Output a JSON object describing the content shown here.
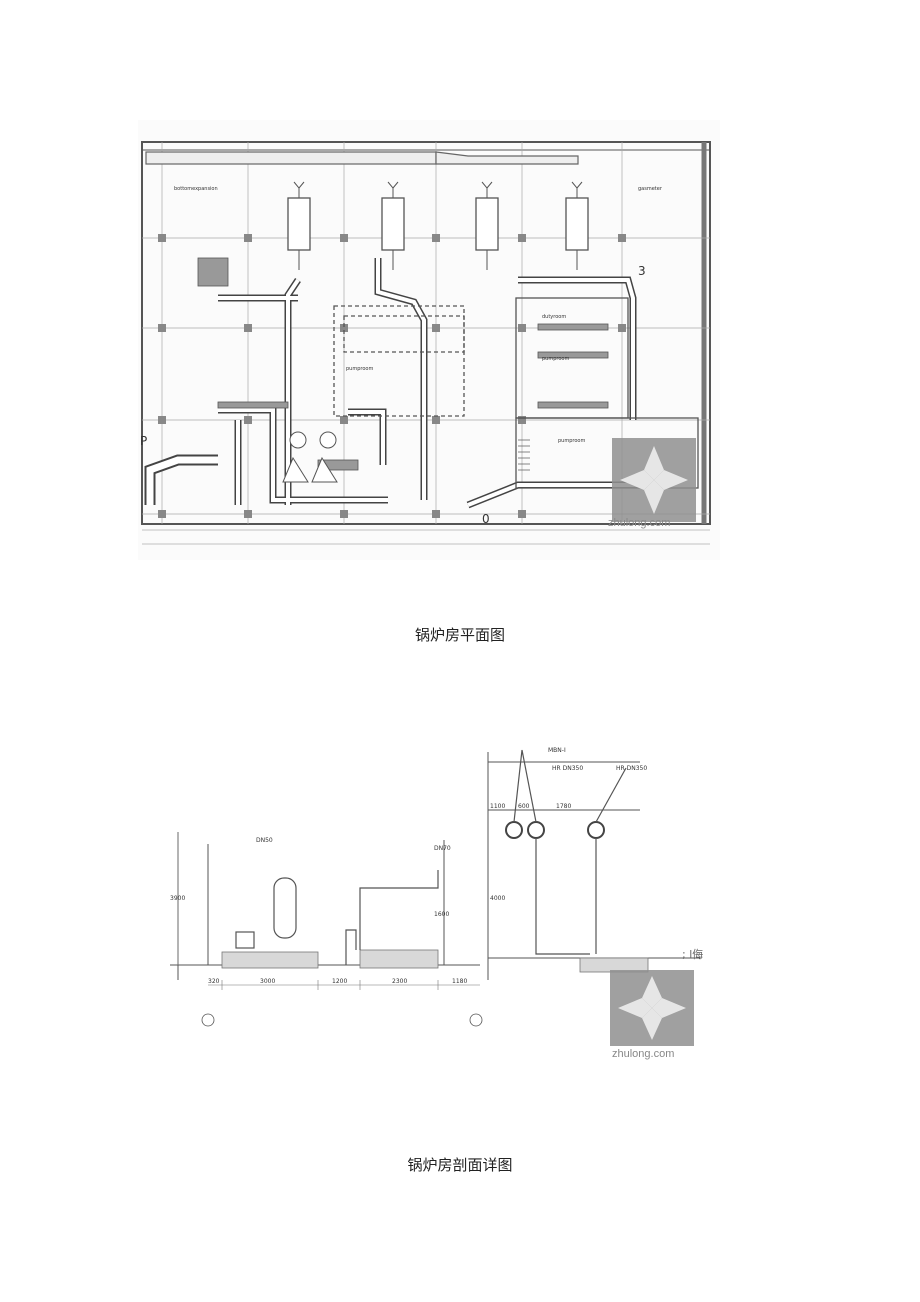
{
  "figures": [
    {
      "caption": "锅炉房平面图",
      "labels": {
        "pump_room_1": "pumproom",
        "pump_room_2": "pumproom",
        "pump_room_3": "pumproom",
        "duty_room": "dutyroom",
        "bottom_mark_left": "P",
        "bottom_mark_num": "0",
        "side_mark": "3",
        "expansion_label": "bottomexpansion",
        "gas_meter_label": "gasmeter"
      },
      "watermark": "zhulong.com"
    },
    {
      "caption": "锅炉房剖面详图",
      "labels": {
        "dn50": "DN50",
        "dn70": "DN70",
        "hr_left": "HR DN350",
        "hr_right": "HR DN350",
        "mbn": "MBN-I",
        "dim_3000": "3000",
        "dim_1200": "1200",
        "dim_2300": "2300",
        "dim_1180": "1180",
        "dim_320": "320",
        "dim_1100": "1100",
        "dim_600": "600",
        "dim_1780": "1780",
        "dim_3900": "3900",
        "dim_4000": "4000",
        "dim_1600": "1600",
        "side_note": "; l侮"
      },
      "watermark": "zhulong.com"
    }
  ]
}
